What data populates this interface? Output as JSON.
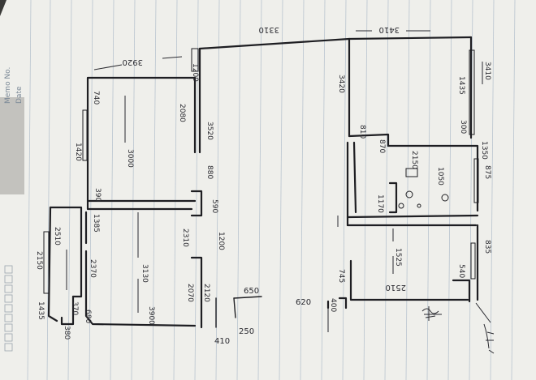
{
  "paper": {
    "memo_label": "Memo No.",
    "date_label": "Date",
    "paper_color": "#efefeb",
    "rule_color": "#b9c4cf",
    "ink_color": "#1e1e22"
  },
  "dimensions": {
    "d3920_top": "3920",
    "d3310": "3310",
    "d3410_top": "3410",
    "d1200": "1200",
    "d3420": "3420",
    "d3410_right": "3410",
    "d1435": "1435",
    "d300": "300",
    "d740": "740",
    "d2080": "2080",
    "d3520": "3520",
    "d1420": "1420",
    "d3000": "3000",
    "d880": "880",
    "d390": "390",
    "d2150": "2150",
    "d1050": "1050",
    "d875": "875",
    "d590": "590",
    "d1385": "1385",
    "d1170": "1170",
    "d1200b": "1200",
    "d2310": "2310",
    "d1525": "1525",
    "d3130": "3130",
    "d835": "835",
    "d2150b": "2150",
    "d2370": "2370",
    "d2070": "2070",
    "d2120": "2120",
    "d650": "650",
    "d250": "250",
    "d410": "410",
    "d1435b": "1435",
    "d3900": "3900",
    "d370": "370",
    "d680": "680",
    "d2510": "2510",
    "d380": "380",
    "d400": "400",
    "d620": "620",
    "d745": "745",
    "d1350": "1350",
    "d2510b": "2510",
    "d540": "540",
    "d810": "810",
    "d870": "870"
  }
}
